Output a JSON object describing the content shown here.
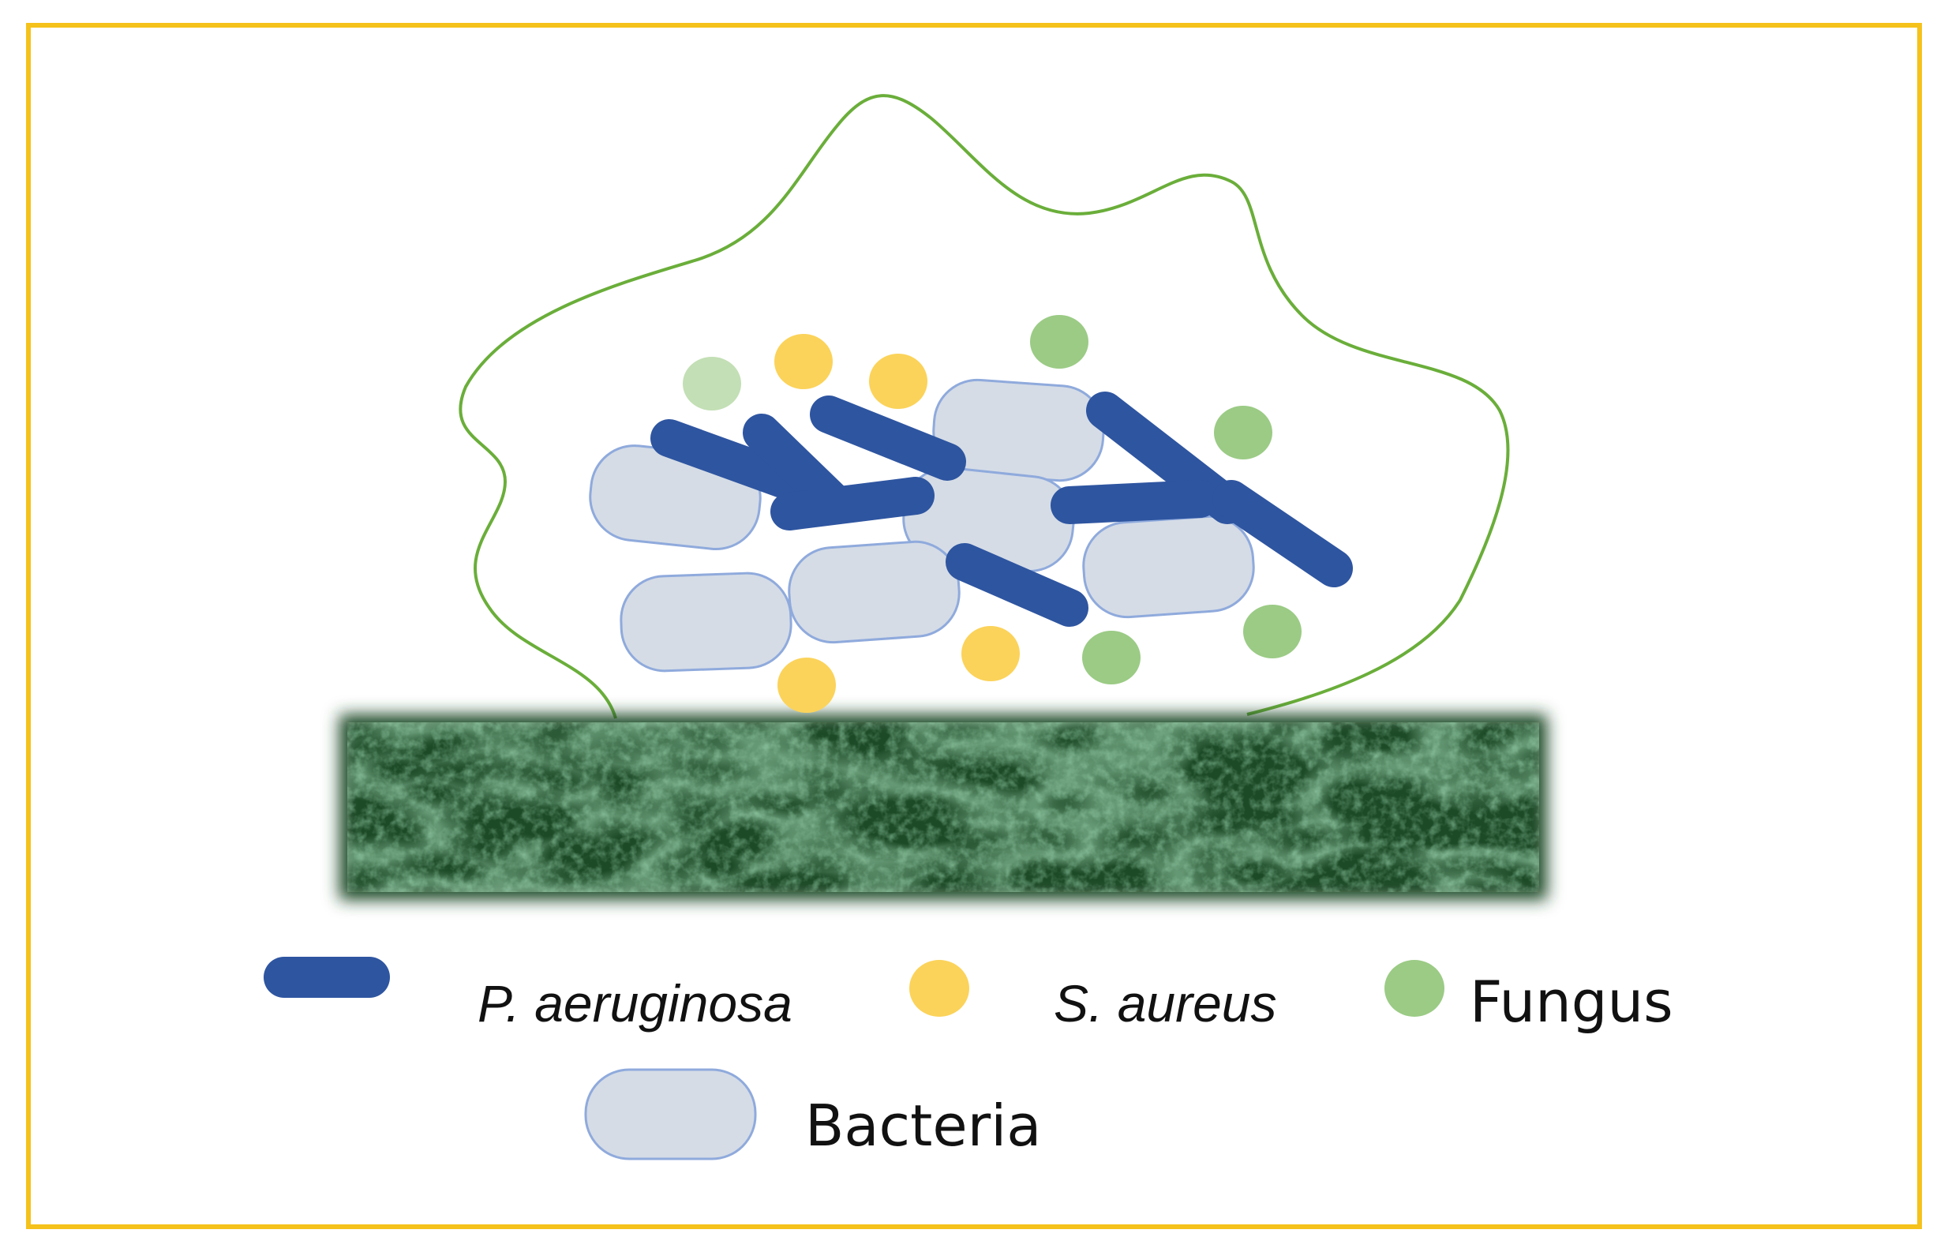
{
  "colors": {
    "frame": "#F5C21B",
    "pseudomonas": "#2E55A0",
    "staph": "#FBD35A",
    "fungus": "#9BCB85",
    "fungus_light": "#C3DFB5",
    "bacteria_fill": "#D5DCE6",
    "bacteria_stroke": "#8FAADC",
    "matrix_outline": "#6AAE3A",
    "tissue_dark": "#1F4A28",
    "tissue_light": "#5FA572"
  },
  "legend": {
    "pseudomonas": {
      "label": "P. aeruginosa",
      "icon": "rod-icon"
    },
    "staph": {
      "label": "S. aureus",
      "icon": "coccus-icon"
    },
    "fungus": {
      "label": "Fungus",
      "icon": "fungus-icon"
    },
    "bacteria": {
      "label": "Bacteria",
      "icon": "bacterium-icon"
    }
  }
}
